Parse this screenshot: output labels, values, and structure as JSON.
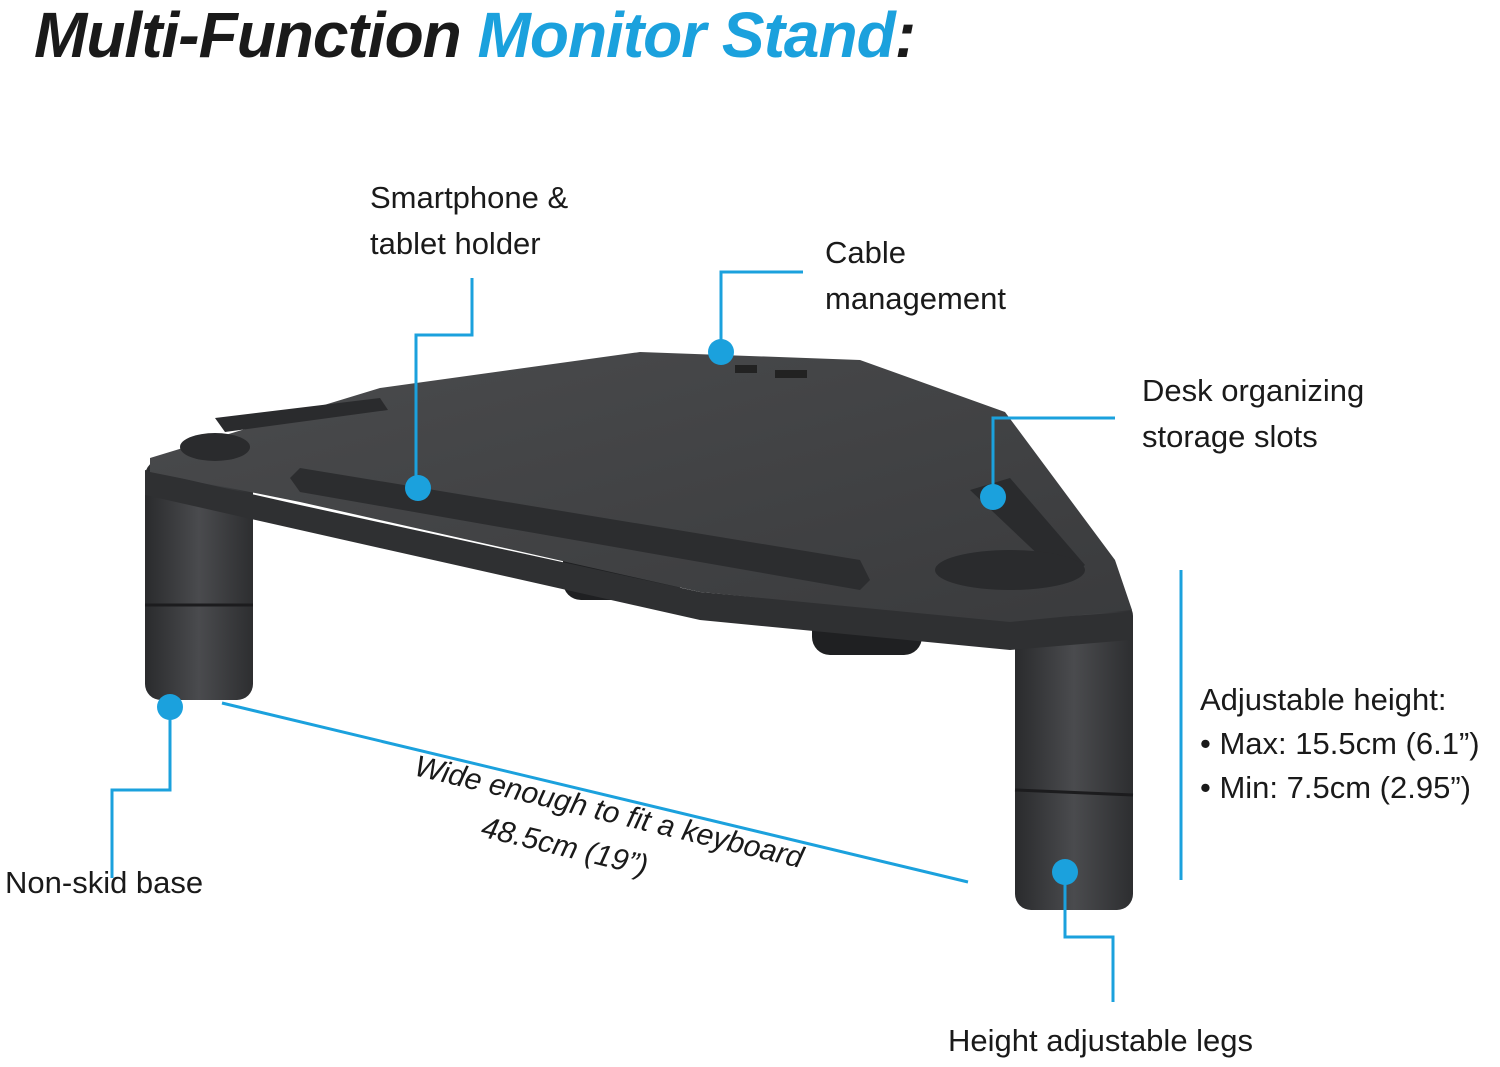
{
  "title": {
    "part1": "Multi-Function ",
    "part2": "Monitor Stand",
    "part3": ":"
  },
  "accent_color": "#1ba1dd",
  "callouts": {
    "smartphone": [
      "Smartphone &",
      "tablet holder"
    ],
    "cable": [
      "Cable",
      "management"
    ],
    "organizer": [
      "Desk organizing",
      "storage slots"
    ],
    "nonskid": "Non-skid base",
    "legs": "Height adjustable legs"
  },
  "width_note": {
    "line1": "Wide enough to fit a keyboard",
    "line2": "48.5cm (19”)"
  },
  "height_spec": {
    "heading": "Adjustable height:",
    "max": "• Max: 15.5cm (6.1”)",
    "min": "• Min:  7.5cm (2.95”)"
  }
}
